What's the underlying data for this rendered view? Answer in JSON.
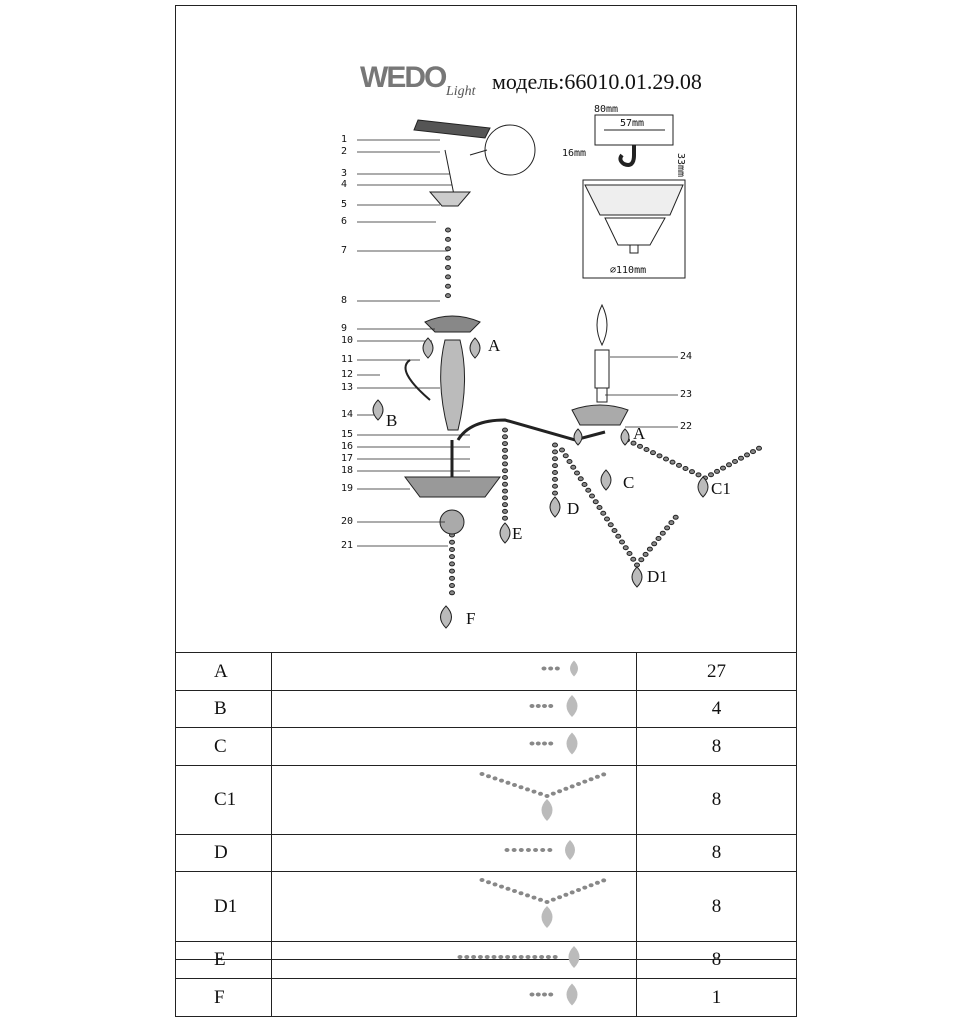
{
  "header": {
    "logo": "WEDO",
    "logo_sub": "Light",
    "model": "модель:66010.01.29.08"
  },
  "dimensions": {
    "w80": "80mm",
    "w57": "57mm",
    "h16": "16mm",
    "h33": "33mm",
    "d110": "⌀110mm"
  },
  "part_numbers": [
    "1",
    "2",
    "3",
    "4",
    "5",
    "6",
    "7",
    "8",
    "9",
    "10",
    "11",
    "12",
    "13",
    "14",
    "15",
    "16",
    "17",
    "18",
    "19",
    "20",
    "21",
    "22",
    "23",
    "24"
  ],
  "pendant_labels": {
    "A": "A",
    "A2": "A",
    "B": "B",
    "C": "C",
    "C1": "C1",
    "D": "D",
    "D1": "D1",
    "E": "E",
    "F": "F"
  },
  "parts_table": [
    {
      "code": "A",
      "qty": "27",
      "shape": "small"
    },
    {
      "code": "B",
      "qty": "4",
      "shape": "drop"
    },
    {
      "code": "C",
      "qty": "8",
      "shape": "drop"
    },
    {
      "code": "C1",
      "qty": "8",
      "shape": "swag"
    },
    {
      "code": "D",
      "qty": "8",
      "shape": "chain"
    },
    {
      "code": "D1",
      "qty": "8",
      "shape": "swag"
    },
    {
      "code": "E",
      "qty": "8",
      "shape": "longchain"
    },
    {
      "code": "F",
      "qty": "1",
      "shape": "drop"
    }
  ]
}
